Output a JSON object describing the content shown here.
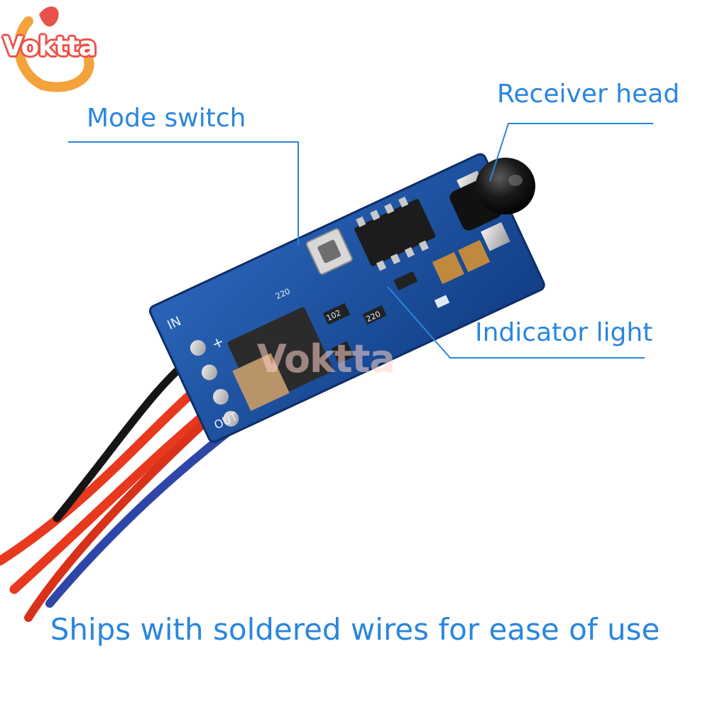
{
  "brand": {
    "logo_text": "Voktta",
    "watermark_text": "Voktta"
  },
  "callouts": {
    "mode_switch": "Mode switch",
    "receiver_head": "Receiver head",
    "indicator_light": "Indicator light"
  },
  "caption": "Ships with soldered wires for ease of use",
  "board_markings": {
    "left_pins": "IN",
    "plus": "+",
    "out_pins": "OUT",
    "r1": "220",
    "r2": "102",
    "r3": "220"
  },
  "colors": {
    "label_blue": "#2a86dd",
    "pcb_blue": "#1a4f9c",
    "logo_red": "#e9534b",
    "wire_red": "#e8391e",
    "wire_blue": "#2d46a8",
    "wire_black": "#151515"
  }
}
